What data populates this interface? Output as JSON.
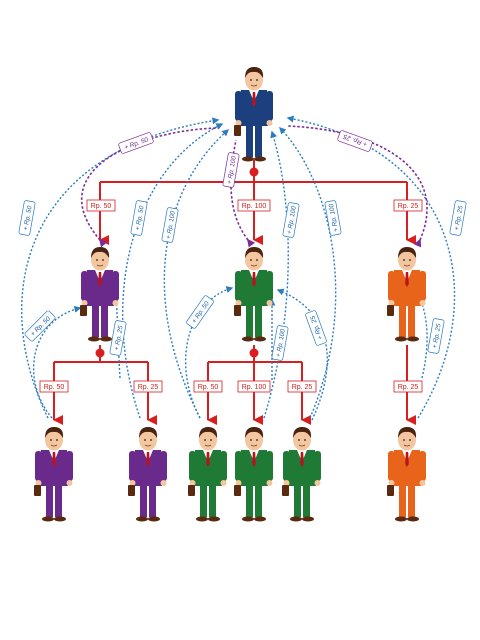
{
  "colors": {
    "connector": "#d81e1e",
    "flow_blue": "#2b7cc1",
    "flow_purple": "#7b2c98",
    "top_suit": "#1c3f7d",
    "purple_suit": "#6a2a8c",
    "green_suit": "#1f7a36",
    "orange_suit": "#e8641a"
  },
  "labels": {
    "top_to_purple": "Rp. 50",
    "top_to_green": "Rp. 100",
    "top_to_orange": "Rp. 25",
    "purple_to_p1": "Rp. 50",
    "purple_to_p2": "Rp. 25",
    "green_to_g1": "Rp. 50",
    "green_to_g2": "Rp. 100",
    "green_to_g3": "Rp. 25",
    "orange_to_o1": "Rp. 25"
  },
  "return_labels": {
    "purple_up": "+ Rp. 50",
    "green_up": "+ Rp. 100",
    "orange_up": "+ Rp. 25",
    "p1_top": "+ Rp. 50",
    "p1_mid": "+ Rp. 50",
    "p2_top": "+ Rp. 50",
    "p2_mid": "+ Rp. 25",
    "g1_top": "+ Rp. 100",
    "g1_mid": "+ Rp. 50",
    "g2_top": "+ Rp. 100",
    "g2_mid": "+ Rp. 100",
    "g3_top": "+ Rp. 100",
    "g3_mid": "+ Rp. 25",
    "o1_top": "+ Rp. 25",
    "o1_mid": "+ Rp. 25"
  }
}
